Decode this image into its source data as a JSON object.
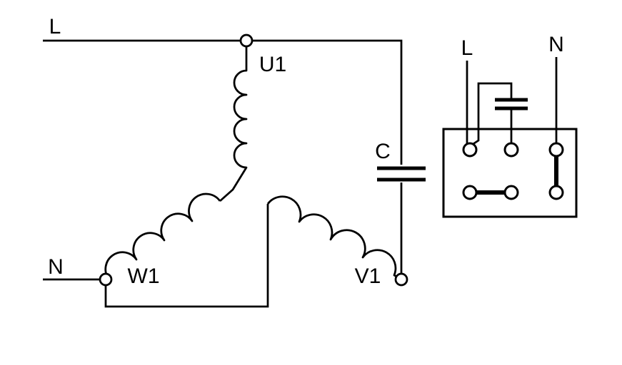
{
  "colors": {
    "line": "#000000",
    "background": "#ffffff"
  },
  "labels": {
    "supply_line": "L",
    "supply_neutral": "N",
    "winding_u1": "U1",
    "winding_w1": "W1",
    "winding_v1": "V1",
    "capacitor": "C",
    "terminal_line": "L",
    "terminal_neutral": "N"
  }
}
